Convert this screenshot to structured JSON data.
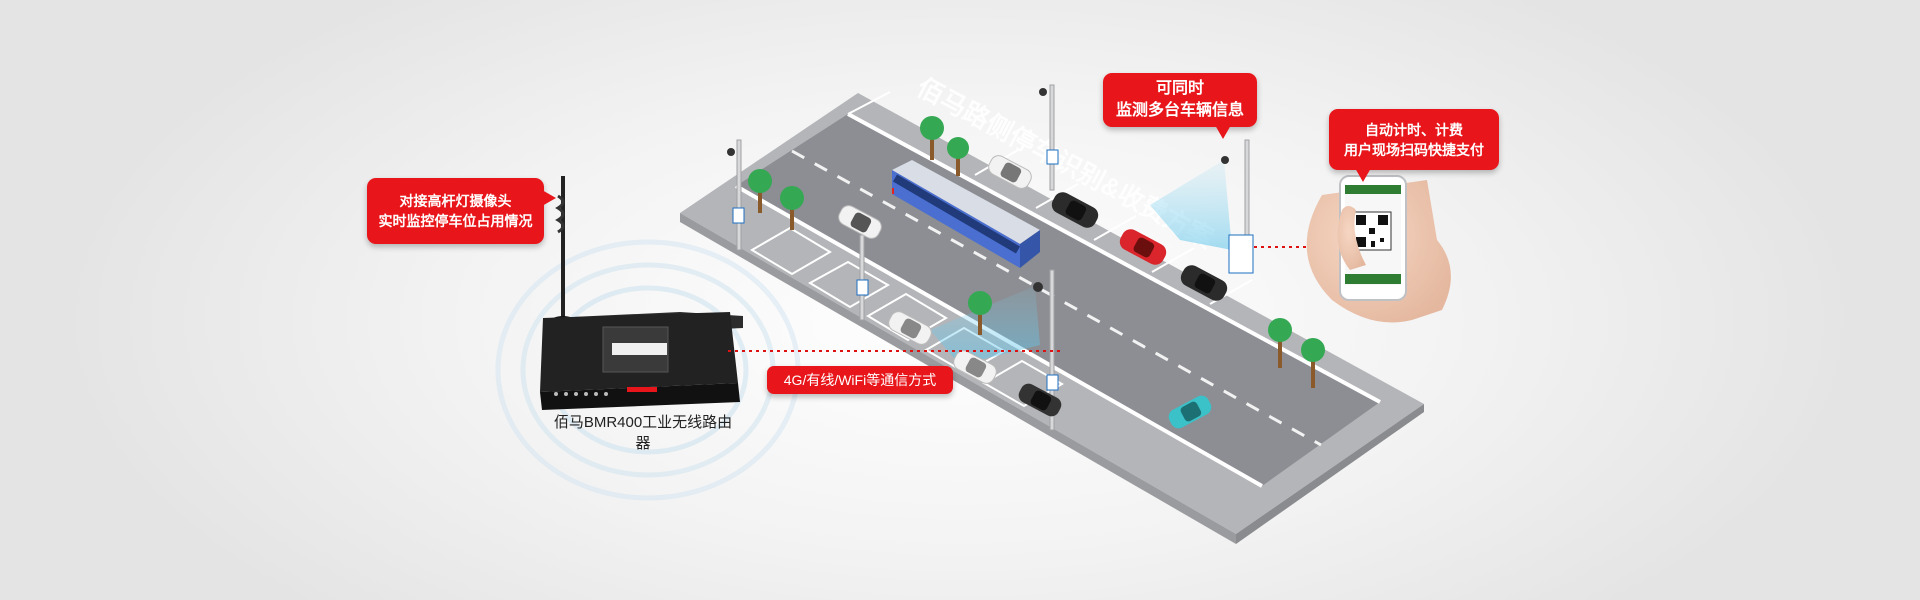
{
  "callouts": {
    "router_camera": [
      "对接高杆灯摄像头",
      "实时监控停车位占用情况"
    ],
    "multi_vehicle": [
      "可同时",
      "监测多台车辆信息"
    ],
    "payment": [
      "自动计时、计费",
      "用户现场扫码快捷支付"
    ],
    "communication": "4G/有线/WiFi等通信方式"
  },
  "router": {
    "label": "佰马BMR400工业无线路由器"
  },
  "road": {
    "banner": "佰马路侧停车识别&收费方案"
  },
  "colors": {
    "callout_red": "#e8161b",
    "road": "#8d8f94",
    "sidewalk": "#b7b8bb"
  }
}
